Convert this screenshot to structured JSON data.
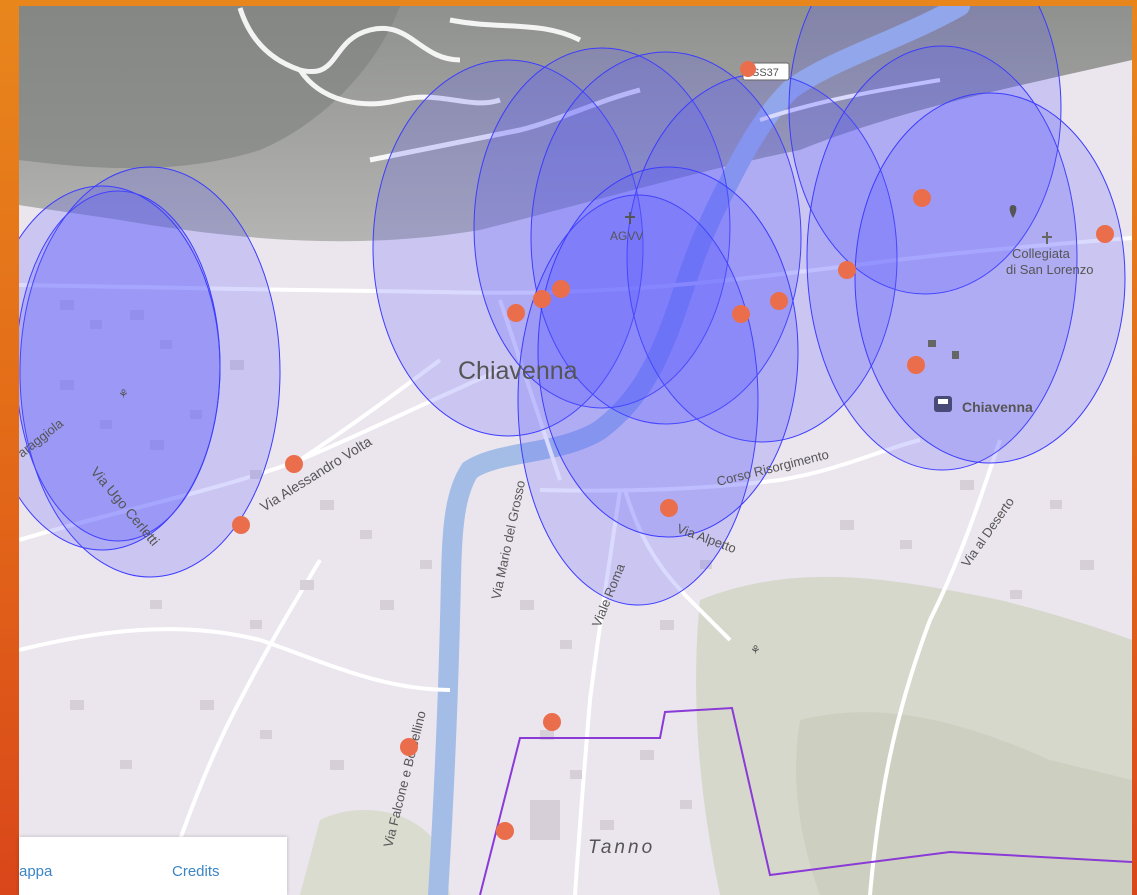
{
  "map": {
    "city_label": "Chiavenna",
    "district_label": "Tanno",
    "station_label": "Chiavenna",
    "church_label_line1": "Collegiata",
    "church_label_line2": "di San Lorenzo",
    "poi_label": "AGVV",
    "road_shield": "SS37",
    "streets": {
      "via_alessandro_volta": "Via Alessandro Volta",
      "via_ugo_cerletti": "Via Ugo Cerletti",
      "via_caragiola": "araggiola",
      "via_mario_del_grosso": "Via Mario del Grosso",
      "viale_roma": "Viale Roma",
      "via_alpetto": "Via Alpetto",
      "corso_risorgimento": "Corso Risorgimento",
      "via_al_deserto": "Via al Deserto",
      "via_falcone_borsellino": "Via Falcone e Borsellino"
    },
    "coverage_color": "#5555ff",
    "marker_color": "#ea6e4c"
  },
  "footer": {
    "map_link": "appa",
    "credits_link": "Credits"
  }
}
